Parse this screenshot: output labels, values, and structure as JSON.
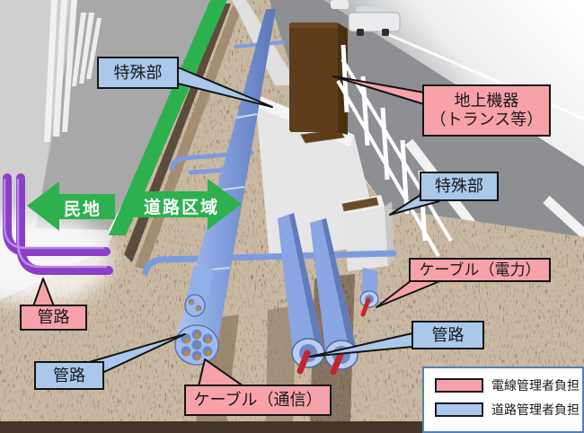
{
  "zones": {
    "private_land": "民地",
    "road_zone": "道路区域"
  },
  "callouts": {
    "special_section_top": "特殊部",
    "ground_equipment": {
      "line1": "地上機器",
      "line2": "（トランス等）"
    },
    "special_section_side": "特殊部",
    "cable_power": "ケーブル（電力）",
    "conduit_private": "管路",
    "conduit_road_side": "管路",
    "conduit_road_bottom": "管路",
    "cable_telecom": "ケーブル（通信）"
  },
  "legend": {
    "items": [
      {
        "label": "電線管理者負担",
        "color": "#f7a2a9"
      },
      {
        "label": "道路管理者負担",
        "color": "#aac8e9"
      }
    ]
  },
  "colors": {
    "electric_manager_burden": "#f7a2a9",
    "road_manager_burden": "#aac8e9",
    "zone_arrow": "#2db14f"
  }
}
